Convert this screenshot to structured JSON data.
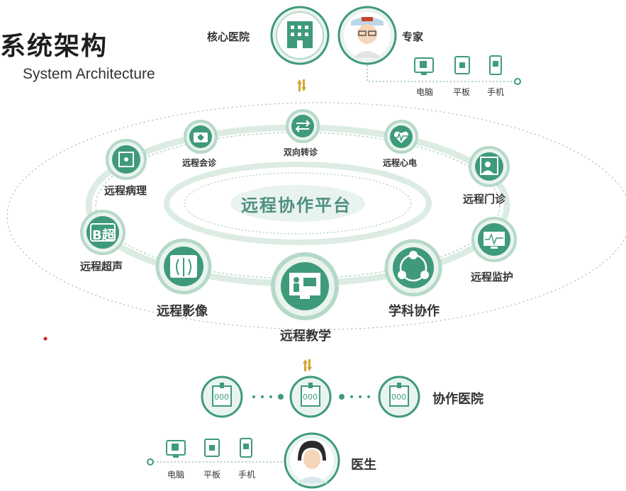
{
  "title": {
    "cn": "系统架构",
    "en": "System Architecture"
  },
  "top": {
    "hospital": "核心医院",
    "expert": "专家"
  },
  "devices_top": [
    "电脑",
    "平板",
    "手机"
  ],
  "platform": "远程协作平台",
  "services": {
    "pathology": "远程病理",
    "consult": "远程会诊",
    "referral": "双向转诊",
    "ecg": "远程心电",
    "outpatient": "远程门诊",
    "ultrasound": "远程超声",
    "monitoring": "远程监护",
    "imaging": "远程影像",
    "teaching": "远程教学",
    "discipline": "学科协作"
  },
  "bottom": {
    "coop_hospital": "协作医院",
    "doctor": "医生"
  },
  "devices_bottom": [
    "电脑",
    "平板",
    "手机"
  ],
  "icons": {
    "ultrasound_text": "B超",
    "hospital_icon_text": "000"
  },
  "colors": {
    "green": "#3f9a7c",
    "ring": "#d6eadf",
    "ring_dark": "#b6d9c7",
    "circle_fill": "#e8f3ed",
    "text": "#333333"
  }
}
